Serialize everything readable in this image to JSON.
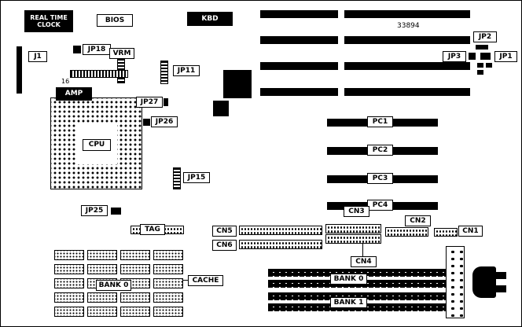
{
  "part_number": "33894",
  "chips": {
    "rtc": "REAL TIME\nCLOCK",
    "bios": "BIOS",
    "kbd": "KBD",
    "amp": "AMP",
    "cpu": "CPU"
  },
  "jumpers": {
    "j1": "J1",
    "jp1": "JP1",
    "jp2": "JP2",
    "jp3": "JP3",
    "jp11": "JP11",
    "jp15": "JP15",
    "jp18": "JP18",
    "jp25": "JP25",
    "jp26": "JP26",
    "jp27": "JP27",
    "vrm": "VRM"
  },
  "connectors": {
    "cn1": "CN1",
    "cn2": "CN2",
    "cn3": "CN3",
    "cn4": "CN4",
    "cn5": "CN5",
    "cn6": "CN6"
  },
  "slots": {
    "pc1": "PC1",
    "pc2": "PC2",
    "pc3": "PC3",
    "pc4": "PC4"
  },
  "memory": {
    "cache_label": "CACHE",
    "tag_label": "TAG",
    "cache_bank0": "BANK 0",
    "simm_bank0": "BANK 0",
    "simm_bank1": "BANK 1"
  },
  "annotations": {
    "amp_pin_count": "16"
  },
  "colors": {
    "background": "#ffffff",
    "ink": "#000000"
  }
}
